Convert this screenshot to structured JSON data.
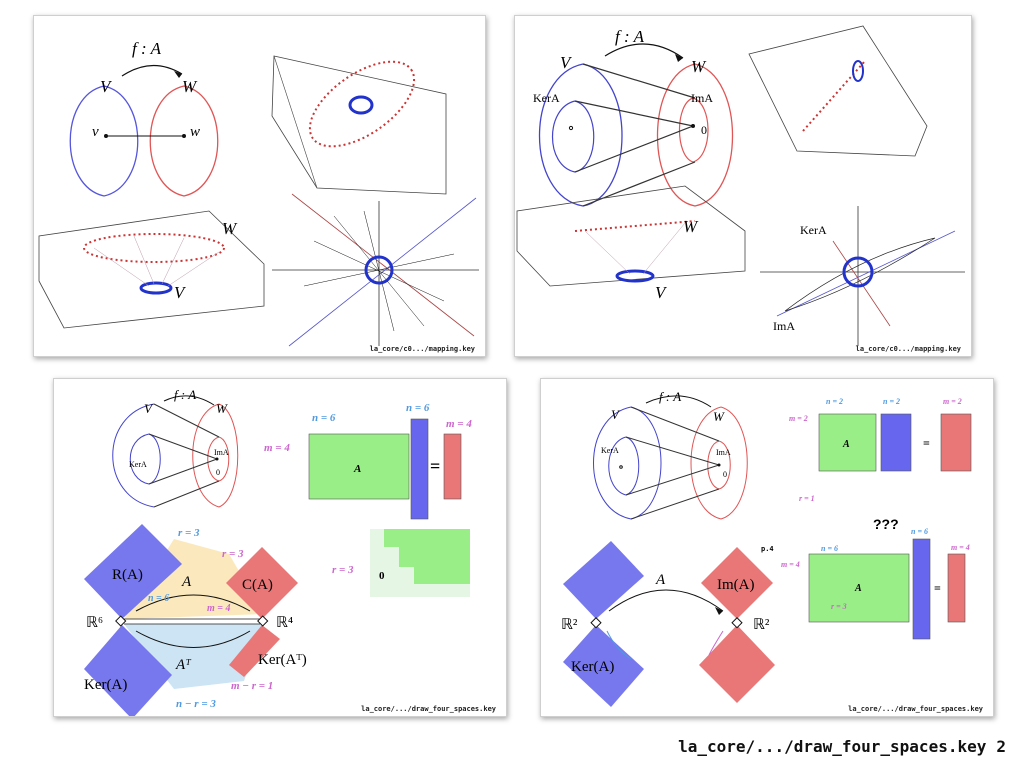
{
  "footer": {
    "path": "la_core/.../draw_four_spaces.key",
    "page": "2"
  },
  "slide1": {
    "caption": "la_core/c0.../mapping.key",
    "map_label": "f : A",
    "V": "V",
    "W": "W",
    "v": "v",
    "w": "w",
    "W3d": "W",
    "V3d": "V"
  },
  "slide2": {
    "caption": "la_core/c0.../mapping.key",
    "map_label": "f : A",
    "V": "V",
    "W": "W",
    "ker": "KerA",
    "im": "ImA",
    "zero": "0",
    "W3d": "W",
    "V3d": "V",
    "ker2d": "KerA",
    "im2d": "ImA"
  },
  "slide3": {
    "caption": "la_core/.../draw_four_spaces.key",
    "map_label": "f : A",
    "V": "V",
    "W": "W",
    "ker": "KerA",
    "im": "ImA",
    "zero": "0",
    "n_top": "n = 6",
    "n_right": "n = 6",
    "m_left": "m = 4",
    "m_right": "m = 4",
    "A": "A",
    "equals": "=",
    "r_top": "r = 3",
    "r_right": "r = 3",
    "r_echelon": "r = 3",
    "zero_echelon": "0",
    "row_space": "R(A)",
    "col_space": "C(A)",
    "null_space": "Ker(A)",
    "left_null": "Ker(Aᵀ)",
    "Rn": "ℝ⁶",
    "Rm": "ℝ⁴",
    "arrow_A": "A",
    "arrow_AT": "Aᵀ",
    "n_inner": "n = 6",
    "m_inner": "m = 4",
    "m_minus_r": "m − r = 1",
    "n_minus_r": "n − r = 3"
  },
  "slide4": {
    "caption": "la_core/.../draw_four_spaces.key",
    "map_label": "f : A",
    "V": "V",
    "W": "W",
    "ker": "KerA",
    "im": "ImA",
    "zero": "0",
    "n1": "n = 2",
    "n2": "n = 2",
    "m_top": "m = 2",
    "m_left": "m = 2",
    "A": "A",
    "equals": "=",
    "r": "r = 1",
    "question": "???",
    "page_ref": "p.4",
    "n_big": "n = 6",
    "n_mid": "n = 6",
    "m_big_left": "m = 4",
    "m_big_right": "m = 4",
    "r_big": "r = 3",
    "A_big": "A",
    "equals_big": "=",
    "R2_left": "ℝ²",
    "R2_right": "ℝ²",
    "im_space": "Im(A)",
    "ker_space": "Ker(A)",
    "arrow_A": "A"
  }
}
